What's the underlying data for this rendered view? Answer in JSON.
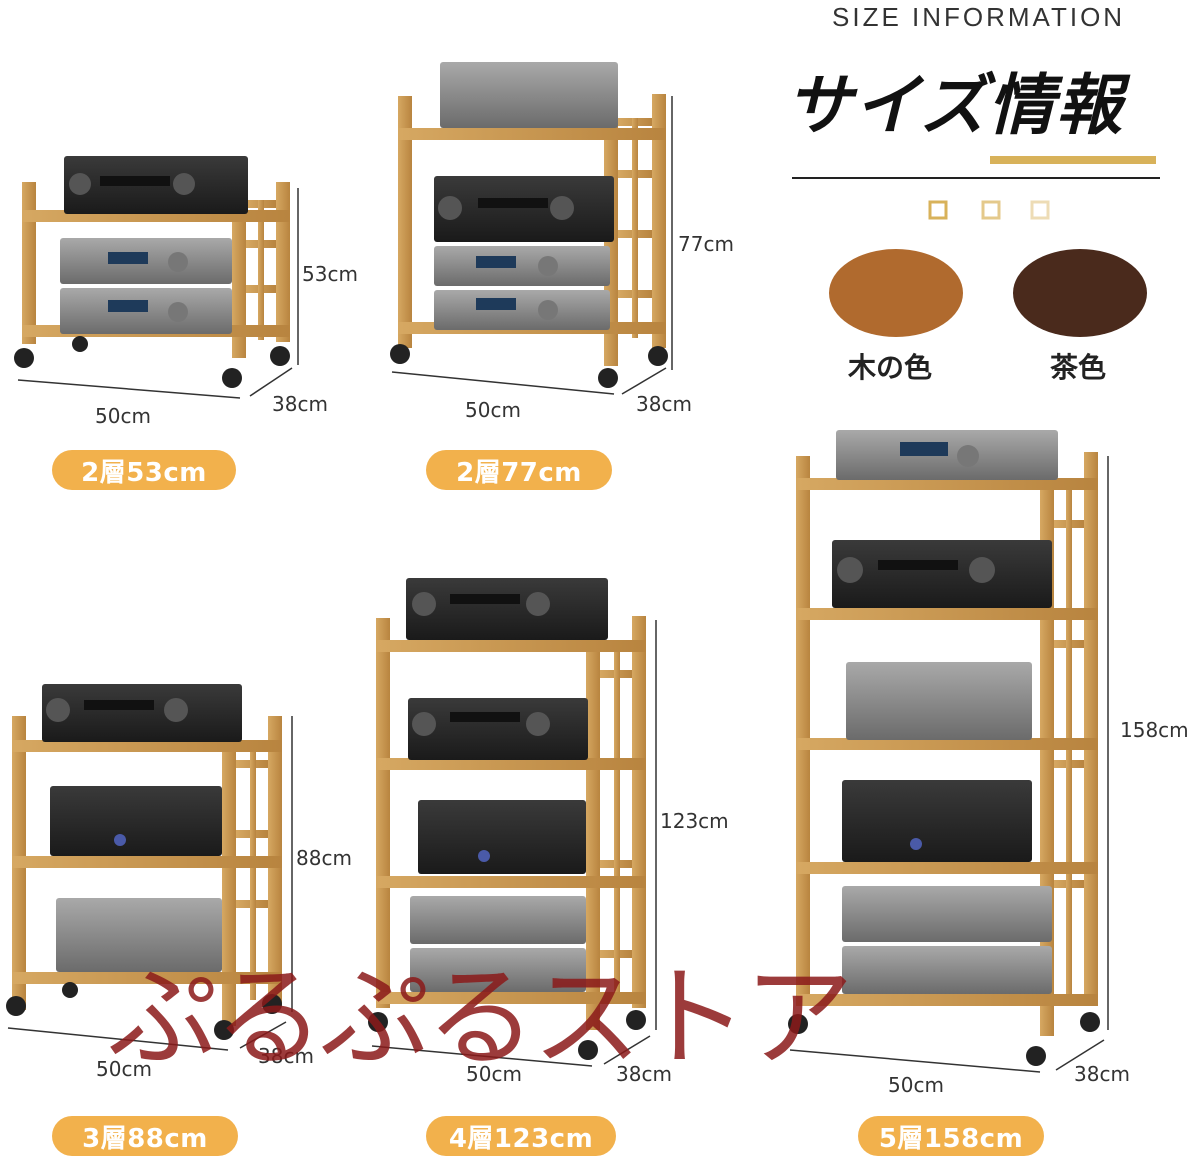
{
  "header": {
    "title_en": "SIZE INFORMATION",
    "title_jp": "サイズ情報"
  },
  "colors": {
    "accent_gold": "#d8b25a",
    "pill": "#f2b14c",
    "wood": "#c89a56",
    "swatch_wood": "#b06a2e",
    "swatch_brown": "#4a2a1c"
  },
  "swatches": [
    {
      "label": "木の色",
      "color": "#b06a2e"
    },
    {
      "label": "茶色",
      "color": "#4a2a1c"
    }
  ],
  "racks": [
    {
      "id": "2-53",
      "pill": "2層53cm",
      "height": "53cm",
      "width": "50cm",
      "depth": "38cm"
    },
    {
      "id": "2-77",
      "pill": "2層77cm",
      "height": "77cm",
      "width": "50cm",
      "depth": "38cm"
    },
    {
      "id": "3-88",
      "pill": "3層88cm",
      "height": "88cm",
      "width": "50cm",
      "depth": "38cm"
    },
    {
      "id": "4-123",
      "pill": "4層123cm",
      "height": "123cm",
      "width": "50cm",
      "depth": "38cm"
    },
    {
      "id": "5-158",
      "pill": "5層158cm",
      "height": "158cm",
      "width": "50cm",
      "depth": "38cm"
    }
  ],
  "watermark": "ぷるぷるストア"
}
